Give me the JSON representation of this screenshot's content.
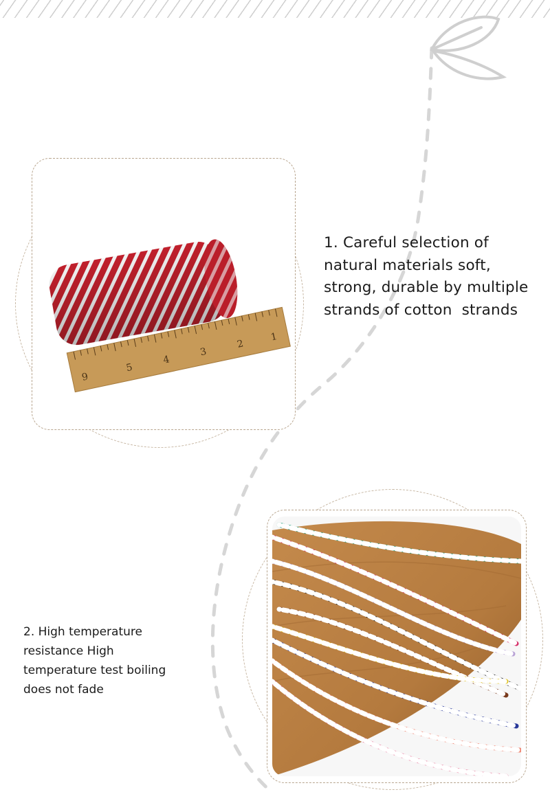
{
  "features": [
    {
      "caption": "1. Careful selection of natural materials soft, strong, durable by multiple strands of cotton  strands",
      "image": "red-white-twine-spool-with-wooden-ruler",
      "ruler_numbers": [
        "9",
        "5",
        "4",
        "3",
        "2",
        "1"
      ]
    },
    {
      "caption": "2. High temperature resistance High temperature test boiling does not fade",
      "image": "multicolor-twisted-twine-strands-on-wooden-board"
    }
  ],
  "icons": [
    "leaf-icon"
  ],
  "colors": {
    "twine_red": "#c0202c",
    "ruler_wood": "#c79a58",
    "board_wood": "#b47a3e",
    "frame_dash": "#b8a58e",
    "path_dash": "#d6d6d6"
  }
}
